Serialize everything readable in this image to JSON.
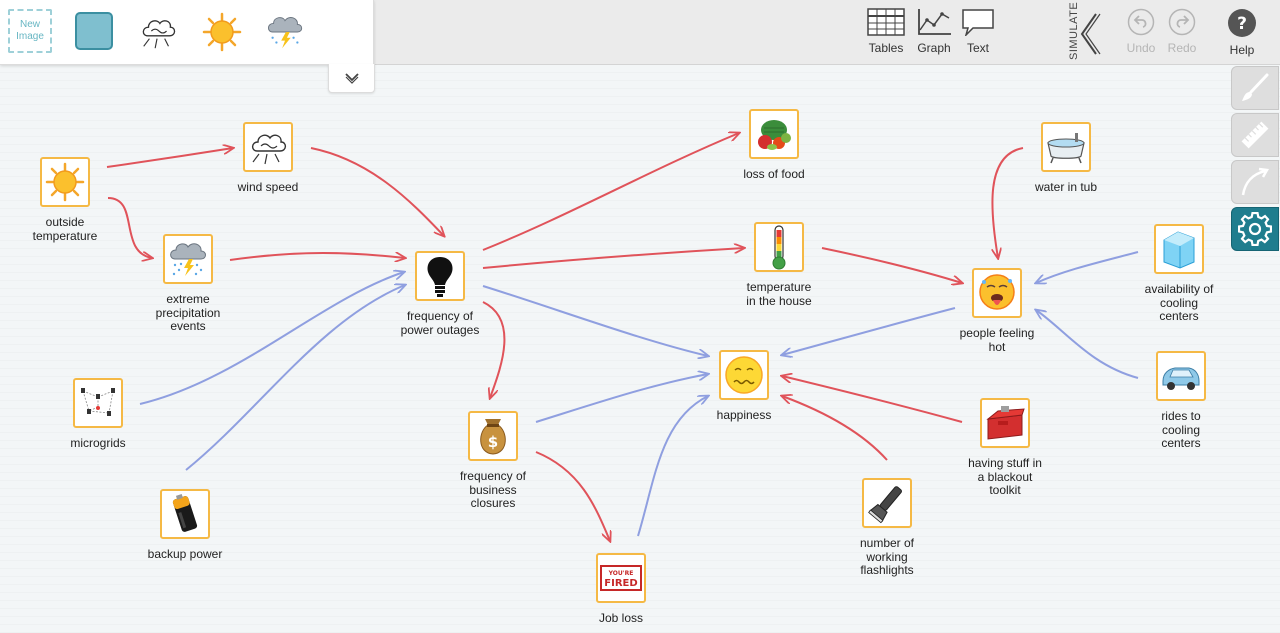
{
  "palette": {
    "new_image_label": "New\nImage",
    "icons": [
      "blank-tile-icon",
      "wind-icon",
      "sun-icon",
      "storm-cloud-icon"
    ]
  },
  "toolbar": {
    "tables_label": "Tables",
    "graph_label": "Graph",
    "text_label": "Text",
    "simulate_label": "SIMULATE",
    "undo_label": "Undo",
    "redo_label": "Redo",
    "help_label": "Help"
  },
  "side_tools": [
    "brush-icon",
    "ruler-icon",
    "curve-arrow-icon",
    "gear-icon"
  ],
  "colors": {
    "increase_link": "#e0535a",
    "decrease_link": "#8f9fe0",
    "tile_border": "#f5b945",
    "accent": "#1f7d8e"
  },
  "nodes": {
    "outside_temperature": {
      "label": "outside\ntemperature",
      "icon": "sun-icon"
    },
    "wind_speed": {
      "label": "wind speed",
      "icon": "wind-icon"
    },
    "extreme_precip": {
      "label": "extreme\nprecipitation\nevents",
      "icon": "storm-cloud-icon"
    },
    "power_outages": {
      "label": "frequency of\npower outages",
      "icon": "light-bulb-icon"
    },
    "microgrids": {
      "label": "microgrids",
      "icon": "network-icon"
    },
    "backup_power": {
      "label": "backup power",
      "icon": "battery-icon"
    },
    "loss_of_food": {
      "label": "loss of food",
      "icon": "vegetables-icon"
    },
    "temp_in_house": {
      "label": "temperature\nin the house",
      "icon": "thermometer-icon"
    },
    "business_closures": {
      "label": "frequency of\nbusiness\nclosures",
      "icon": "money-bag-icon"
    },
    "job_loss": {
      "label": "Job loss",
      "icon": "youre-fired-stamp-icon",
      "stamp_text": "YOU'RE\nFIRED"
    },
    "happiness": {
      "label": "happiness",
      "icon": "smiley-icon"
    },
    "people_hot": {
      "label": "people feeling\nhot",
      "icon": "hot-face-icon"
    },
    "water_in_tub": {
      "label": "water in tub",
      "icon": "bathtub-icon"
    },
    "cooling_centers": {
      "label": "availability of\ncooling\ncenters",
      "icon": "ice-icon"
    },
    "rides": {
      "label": "rides to\ncooling\ncenters",
      "icon": "car-icon"
    },
    "blackout_toolkit": {
      "label": "having stuff in\na blackout\ntoolkit",
      "icon": "toolbox-icon"
    },
    "flashlights": {
      "label": "number of\nworking\nflashlights",
      "icon": "flashlight-icon"
    }
  },
  "links": [
    {
      "from": "outside temperature",
      "to": "wind speed",
      "type": "increase"
    },
    {
      "from": "outside temperature",
      "to": "extreme precipitation events",
      "type": "increase"
    },
    {
      "from": "wind speed",
      "to": "frequency of power outages",
      "type": "increase"
    },
    {
      "from": "extreme precipitation events",
      "to": "frequency of power outages",
      "type": "increase"
    },
    {
      "from": "microgrids",
      "to": "frequency of power outages",
      "type": "decrease"
    },
    {
      "from": "backup power",
      "to": "frequency of power outages",
      "type": "decrease"
    },
    {
      "from": "frequency of power outages",
      "to": "loss of food",
      "type": "increase"
    },
    {
      "from": "frequency of power outages",
      "to": "temperature in the house",
      "type": "increase"
    },
    {
      "from": "frequency of power outages",
      "to": "happiness",
      "type": "decrease"
    },
    {
      "from": "frequency of power outages",
      "to": "frequency of business closures",
      "type": "increase"
    },
    {
      "from": "frequency of business closures",
      "to": "happiness",
      "type": "decrease"
    },
    {
      "from": "frequency of business closures",
      "to": "Job loss",
      "type": "increase"
    },
    {
      "from": "Job loss",
      "to": "happiness",
      "type": "decrease"
    },
    {
      "from": "temperature in the house",
      "to": "people feeling hot",
      "type": "increase"
    },
    {
      "from": "water in tub",
      "to": "people feeling hot",
      "type": "increase"
    },
    {
      "from": "availability of cooling centers",
      "to": "people feeling hot",
      "type": "decrease"
    },
    {
      "from": "rides to cooling centers",
      "to": "people feeling hot",
      "type": "decrease"
    },
    {
      "from": "people feeling hot",
      "to": "happiness",
      "type": "decrease"
    },
    {
      "from": "having stuff in a blackout toolkit",
      "to": "happiness",
      "type": "increase"
    },
    {
      "from": "number of working flashlights",
      "to": "happiness",
      "type": "increase"
    }
  ]
}
